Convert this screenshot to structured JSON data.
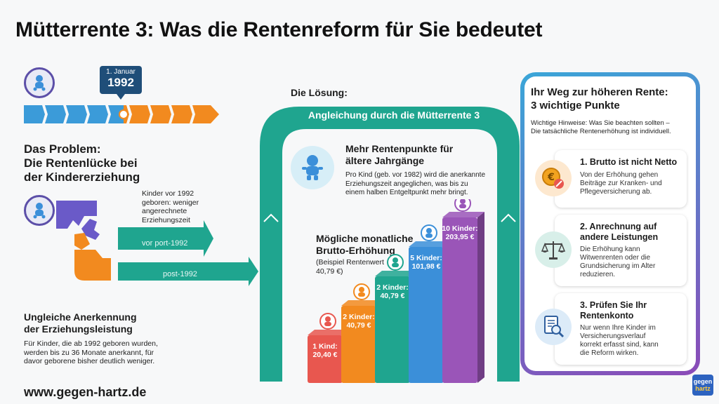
{
  "title": "Mütterrente 3: Was die Rentenreform für Sie bedeutet",
  "timeline": {
    "date_line1": "1. Januar",
    "date_line2": "1992"
  },
  "problem": {
    "title_line1": "Das Problem:",
    "title_line2": "Die Rentenlücke bei",
    "title_line3": "der Kindererziehung",
    "note_line1": "Kinder vor 1992",
    "note_line2": "geboren: weniger",
    "note_line3": "angerechnete",
    "note_line4": "Erziehungszeit",
    "arrow_pre": "vor port-1992",
    "arrow_post": "post-1992",
    "sub_title_line1": "Ungleiche Anerkennung",
    "sub_title_line2": "der Erziehungsleistung",
    "text_line1": "Für Kinder, die ab 1992 geboren wurden,",
    "text_line2": "werden bis zu 36 Monate anerkannt, für",
    "text_line3": "davor geborene bisher deutlich weniger."
  },
  "solution": {
    "label": "Die Lösung:",
    "banner": "Angleichung durch die Mütterrente 3",
    "points_title_line1": "Mehr Rentenpunkte für",
    "points_title_line2": "ältere Jahrgänge",
    "points_text_line1": "Pro Kind (geb. vor 1982) wird die anerkannte",
    "points_text_line2": "Erziehungszeit angeglichen, was bis zu",
    "points_text_line3": "einem halben Entgeltpunkt mehr bringt.",
    "increase_title_line1": "Mögliche monatliche",
    "increase_title_line2": "Brutto-Erhöhung",
    "increase_note_line1": "(Beispiel Rentenwert",
    "increase_note_line2": "40,79 €)"
  },
  "chart_data": {
    "type": "bar",
    "categories": [
      "1 Kind:",
      "2 Kinder:",
      "2 Kinder:",
      "5 Kinder:",
      "10 Kinder:"
    ],
    "values": [
      20.4,
      40.79,
      40.79,
      101.98,
      203.95
    ],
    "value_labels": [
      "20,40 €",
      "40,79 €",
      "40,79 €",
      "101,98 €",
      "203,95 €"
    ],
    "colors": [
      "#e8574f",
      "#f28a1f",
      "#1fa58f",
      "#3b8fd9",
      "#9a55b8"
    ]
  },
  "tips": {
    "title_line1": "Ihr Weg zur höheren Rente:",
    "title_line2": "3 wichtige Punkte",
    "intro_line1": "Wichtige Hinweise: Was Sie beachten sollten –",
    "intro_line2": "Die tatsächliche Rentenerhöhung ist individuell.",
    "items": [
      {
        "title_line1": "1. Brutto ist nicht Netto",
        "title_line2": "",
        "text_line1": "Von der Erhöhung gehen",
        "text_line2": "Beiträge zur Kranken- und",
        "text_line3": "Pflegeversicherung ab.",
        "text_line4": "",
        "icon": "euro-coin-icon"
      },
      {
        "title_line1": "2. Anrechnung auf",
        "title_line2": "andere Leistungen",
        "text_line1": "Die Erhöhung kann",
        "text_line2": "Witwenrenten oder die",
        "text_line3": "Grundsicherung im Alter",
        "text_line4": "reduzieren.",
        "icon": "scale-icon"
      },
      {
        "title_line1": "3. Prüfen Sie Ihr",
        "title_line2": "Rentenkonto",
        "text_line1": "Nur wenn Ihre Kinder im",
        "text_line2": "Versicherungsverlauf",
        "text_line3": "korrekt erfasst sind, kann",
        "text_line4": "die Reform wirken.",
        "icon": "document-search-icon"
      }
    ]
  },
  "footer": {
    "url": "www.gegen-hartz.de",
    "logo_line1": "gegen",
    "logo_line2": "hartz"
  }
}
